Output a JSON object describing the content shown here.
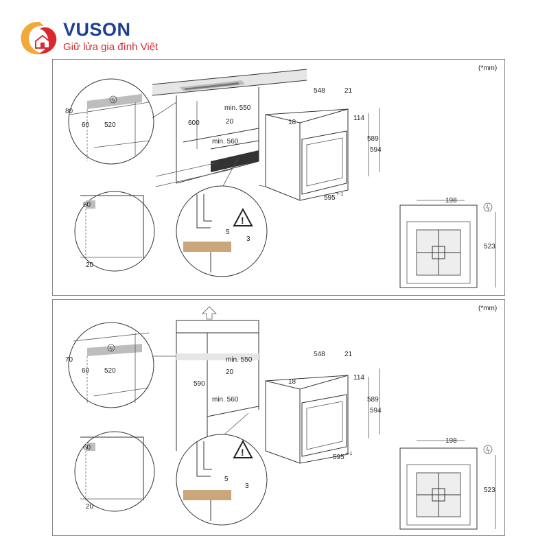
{
  "brand": {
    "name": "VUSON",
    "tagline": "Giữ lửa gia đình Việt",
    "colors": {
      "primary": "#1d3f94",
      "accent": "#d9292f",
      "gold": "#f2a93b"
    }
  },
  "panels": [
    {
      "unit_note": "(*mm)",
      "labels": {
        "d80": "80",
        "d60a": "60",
        "d520": "520",
        "d600": "600",
        "min550": "min. 550",
        "d20a": "20",
        "min560": "min. 560",
        "d60b": "60",
        "d20b": "20",
        "d5": "5",
        "d3": "3",
        "d548": "548",
        "d21": "21",
        "d18": "18",
        "d114": "114",
        "d589": "589",
        "d594": "594",
        "d595": "595",
        "d595sup": "+-1",
        "d198": "198",
        "d523": "523"
      }
    },
    {
      "unit_note": "(*mm)",
      "labels": {
        "d70": "70",
        "d60a": "60",
        "d520": "520",
        "d590": "590",
        "min550": "min. 550",
        "d20a": "20",
        "min560": "min. 560",
        "d60b": "60",
        "d20b": "20",
        "d5": "5",
        "d3": "3",
        "d548": "548",
        "d21": "21",
        "d18": "18",
        "d114": "114",
        "d589": "589",
        "d594": "594",
        "d595": "595",
        "d595sup": "+-1",
        "d198": "198",
        "d523": "523"
      }
    }
  ],
  "icons": {
    "warning": "warning-triangle-icon",
    "power": "power-socket-icon",
    "arrow": "lift-arrow-icon"
  }
}
